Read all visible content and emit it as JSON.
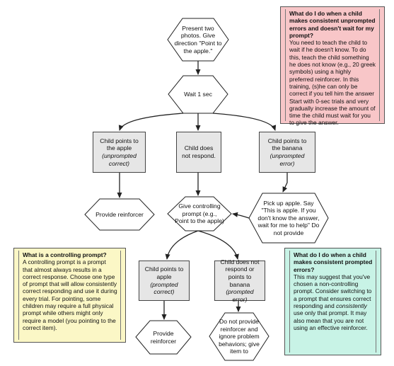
{
  "nodes": {
    "start": "Present two photos. Give direction \"Point to the apple.\"",
    "wait": "Wait 1 sec",
    "left_box": {
      "main": "Child points to the apple",
      "sub": "(unprompted correct)"
    },
    "mid_box": {
      "main": "Child does not respond."
    },
    "right_box": {
      "main": "Child points to the banana",
      "sub": "(unprompted error)"
    },
    "reinforcer_1": "Provide reinforcer",
    "controlling": "Give controlling prompt (e.g., Point to the apple)",
    "pickup": "Pick up apple. Say \"This is apple. If you don't know the answer, wait for me to help\" Do not provide",
    "prompted_correct": {
      "main": "Child points to apple",
      "sub": "(prompted correct)"
    },
    "prompted_error": {
      "main": "Child does not respond or points to banana",
      "sub": "(prompted error)"
    },
    "reinforcer_2": "Provide reinforcer",
    "do_not_provide": "Do not provide reinforcer and ignore problem behaviors; give item to"
  },
  "notes": {
    "pink": {
      "title": "What do I do when a child makes consistent unprompted errors and doesn't wait for my prompt?",
      "body": "You need to teach the child to wait if he doesn't know. To do this, teach the child something he does not know (e.g., 20 greek symbols) using a highly preferred reinforcer. In this training, (s)he can only be correct if you tell him the answer Start with 0-sec trials and very gradually increase the amount of time the child must wait for you to give the answer."
    },
    "yellow": {
      "title": "What is a controlling prompt?",
      "body": "A controlling prompt is a prompt that almost always results in a correct response. Choose one type of prompt that will allow consistently correct responding and use it during every trial. For pointing, some children may require a full physical prompt while others might only require a model (you pointing to the correct item)."
    },
    "mint": {
      "title": "What do I do when a child makes consistent prompted errors?",
      "body_1": "This may suggest that you've chosen a non-controlling prompt. Consider switching to a prompt that ensures correct responding and",
      "body_em": "consistently",
      "body_2": "use only that prompt. It may also mean that you are not using an effective reinforcer."
    }
  },
  "colors": {
    "pink": "#f8c6c8",
    "yellow": "#fbf7c6",
    "mint": "#c8f3e6",
    "box": "#e6e6e6",
    "stroke": "#222222"
  }
}
